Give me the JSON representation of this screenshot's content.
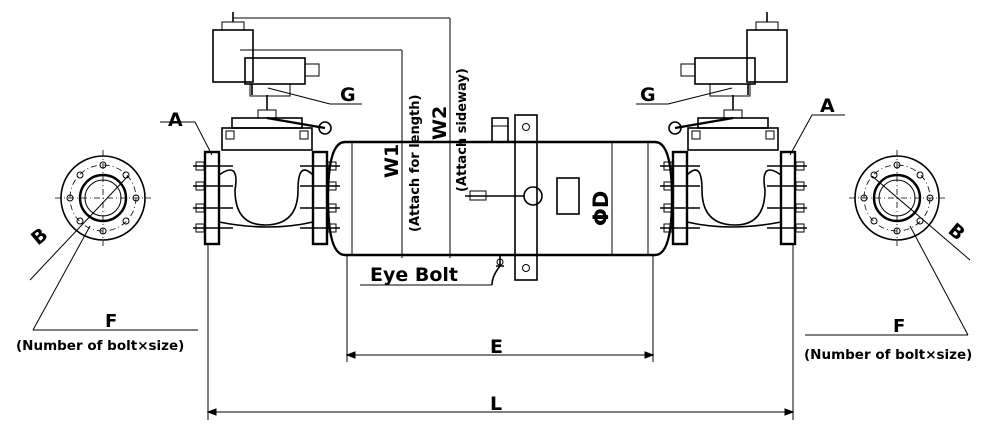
{
  "labels": {
    "a_left": "A",
    "a_right": "A",
    "b_left": "B",
    "b_right": "B",
    "g_left": "G",
    "g_right": "G",
    "f_left": "F",
    "f_right": "F",
    "f_left_sub": "(Number of bolt×size)",
    "f_right_sub": "(Number of bolt×size)",
    "w1": "W1",
    "w1_sub": "(Attach for length)",
    "w2": "W2",
    "w2_sub": "(Attach sideway)",
    "phi_d": "ΦD",
    "eye_bolt": "Eye Bolt",
    "e": "E",
    "l": "L"
  }
}
